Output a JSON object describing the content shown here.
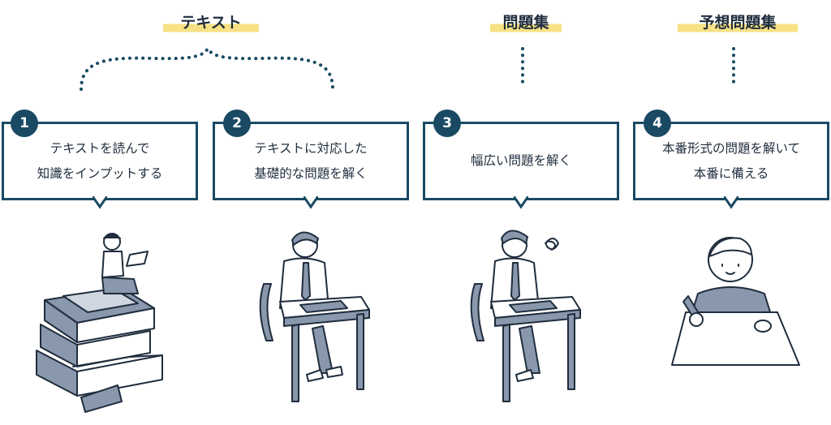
{
  "headers": [
    {
      "label": "テキスト"
    },
    {
      "label": "問題集"
    },
    {
      "label": "予想問題集"
    }
  ],
  "steps": [
    {
      "number": "1",
      "lines": [
        "テキストを読んで",
        "知識をインプットする"
      ]
    },
    {
      "number": "2",
      "lines": [
        "テキストに対応した",
        "基礎的な問題を解く"
      ]
    },
    {
      "number": "3",
      "lines": [
        "幅広い問題を解く"
      ]
    },
    {
      "number": "4",
      "lines": [
        "本番形式の問題を解いて",
        "本番に備える"
      ]
    }
  ],
  "colors": {
    "accent": "#1a4a63",
    "highlight": "#f7e184",
    "illustration_fill": "#8a98ad",
    "ink": "#1f2d3d"
  }
}
